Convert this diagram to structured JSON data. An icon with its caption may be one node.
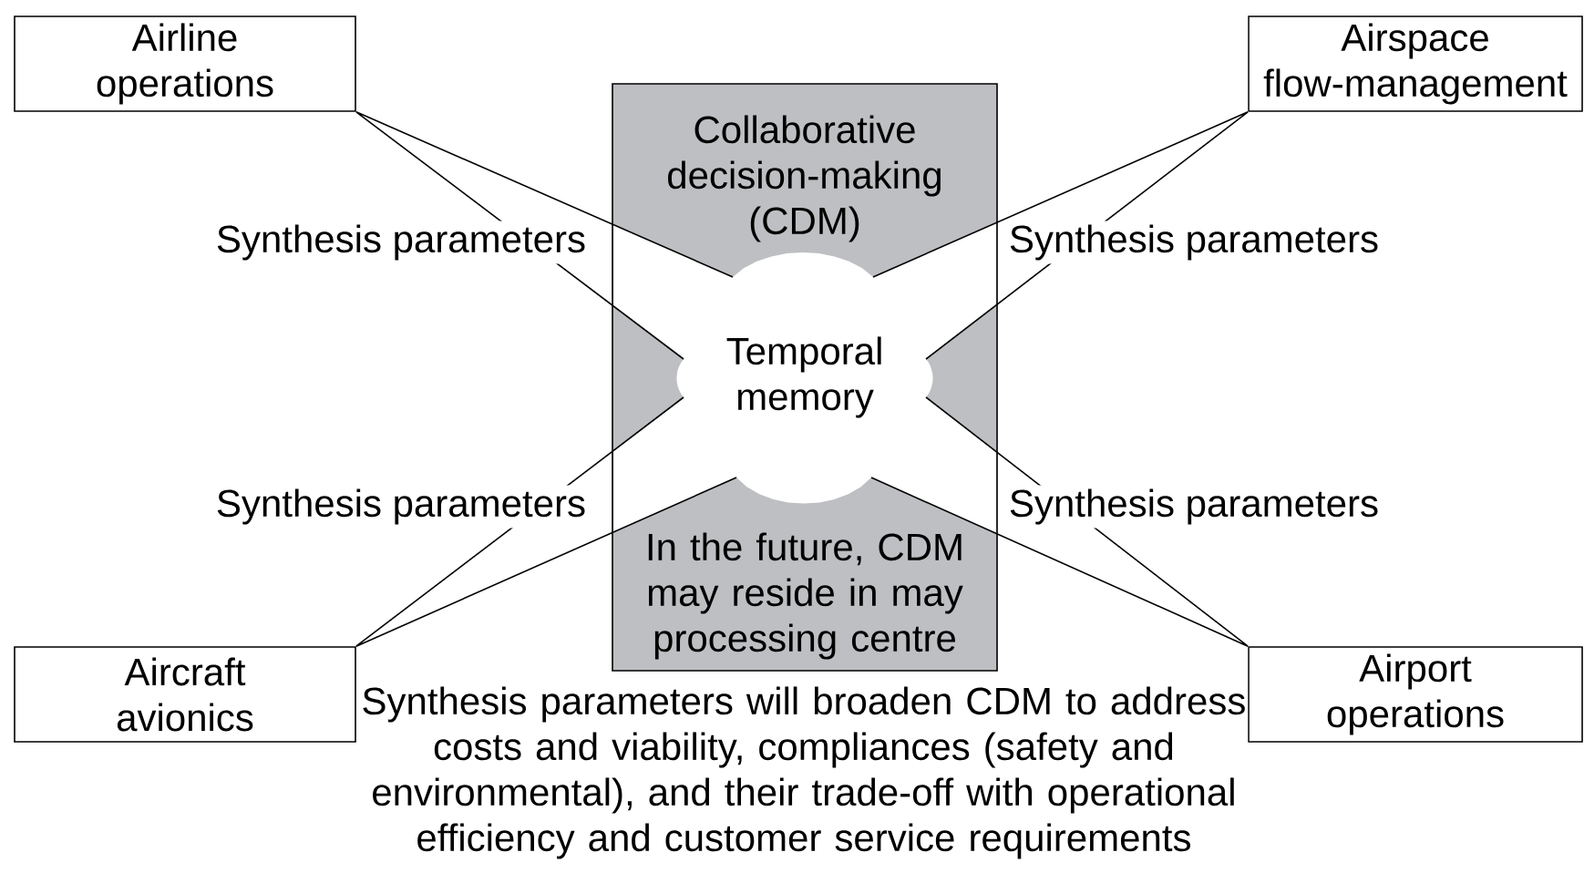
{
  "diagram": {
    "nodes": [
      {
        "text": [
          "Airline operations"
        ]
      },
      {
        "text": [
          "Airspace flow-management"
        ]
      },
      {
        "text": [
          "Collaborative decision-making (CDM)",
          "In the future, CDM may reside in may processing centre"
        ]
      },
      {
        "text": [
          "Temporal memory"
        ],
        "in": 2
      },
      {
        "text": [
          "Aircraft avionics"
        ]
      },
      {
        "text": [
          "Airport operations"
        ]
      }
    ],
    "edges": [
      {
        "from": 0,
        "to": 3,
        "arrow": "none",
        "label": "Synthesis parameters"
      },
      {
        "from": 1,
        "to": 3,
        "arrow": "none",
        "label": "Synthesis parameters"
      },
      {
        "from": 4,
        "to": 3,
        "arrow": "none",
        "label": "Synthesis parameters"
      },
      {
        "from": 5,
        "to": 3,
        "arrow": "none",
        "label": "Synthesis parameters"
      }
    ],
    "labels": [
      "Synthesis parameters will broaden CDM to address costs and viability, compliances (safety and environmental), and their trade-off with operational efficiency and customer service requirements"
    ]
  }
}
